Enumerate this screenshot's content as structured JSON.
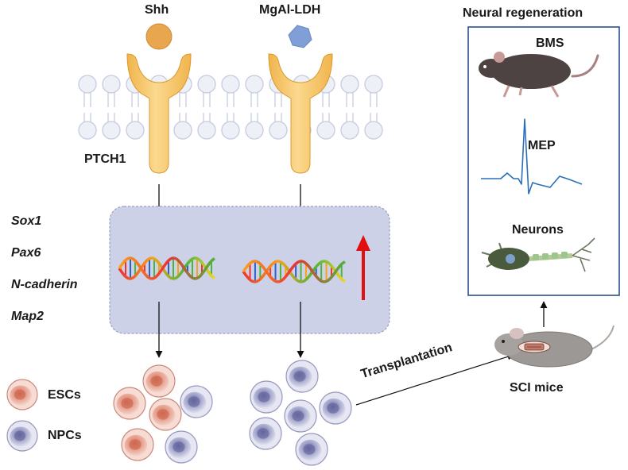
{
  "ligands": {
    "shh": "Shh",
    "ldh": "MgAl-LDH"
  },
  "receptor": "PTCH1",
  "genes": [
    "Sox1",
    "Pax6",
    "N-cadherin",
    "Map2"
  ],
  "legend": {
    "esc": "ESCs",
    "npc": "NPCs"
  },
  "transplantation": "Transplantation",
  "sci_mice": "SCI mice",
  "regeneration": {
    "title": "Neural regeneration",
    "bms": "BMS",
    "mep": "MEP",
    "neurons": "Neurons"
  },
  "colors": {
    "receptor": "#f6c26a",
    "shh_ligand": "#e8a64e",
    "ldh_ligand": "#7f9fd6",
    "nucleus_box": "#cdd1e8",
    "esc_cell": "#e39a88",
    "npc_cell": "#a5a8cc",
    "up_arrow": "#e01010",
    "panel_border": "#2b4f8a"
  }
}
